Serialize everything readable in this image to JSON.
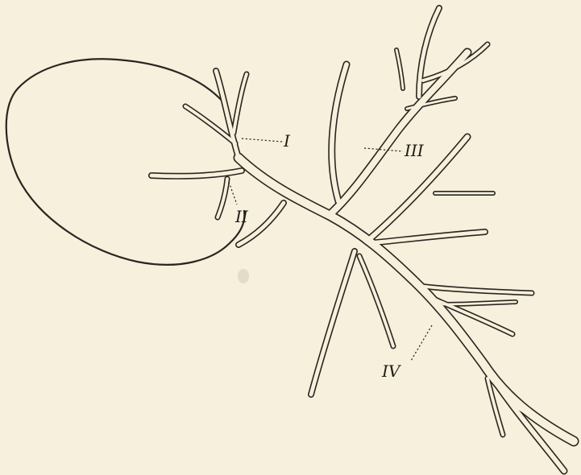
{
  "figure": {
    "labels": {
      "I": "I",
      "II": "II",
      "III": "III",
      "IV": "IV"
    },
    "colors": {
      "paper": "#f6f0dc",
      "ink": "#2a2520"
    }
  }
}
